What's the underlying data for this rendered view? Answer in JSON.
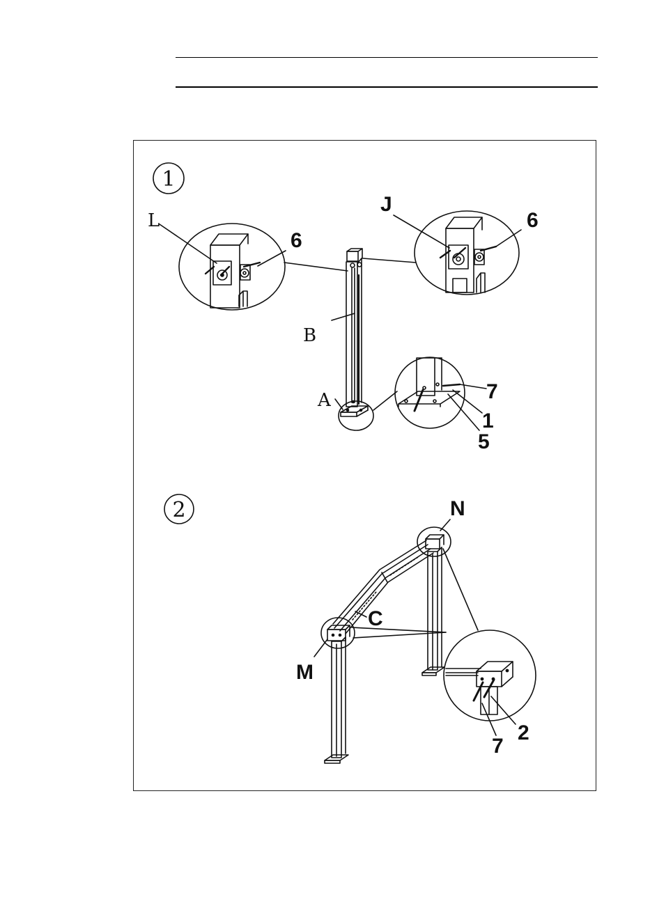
{
  "step1": {
    "number": "1",
    "labels": {
      "L": "L",
      "J": "J",
      "B": "B",
      "A": "A",
      "p6a": "6",
      "p6b": "6",
      "p7": "7",
      "p1": "1",
      "p5": "5"
    }
  },
  "step2": {
    "number": "2",
    "labels": {
      "N": "N",
      "C": "C",
      "M": "M",
      "p2": "2",
      "p7": "7"
    }
  },
  "colors": {
    "ink": "#111111",
    "frame": "#222222",
    "background": "#ffffff"
  }
}
